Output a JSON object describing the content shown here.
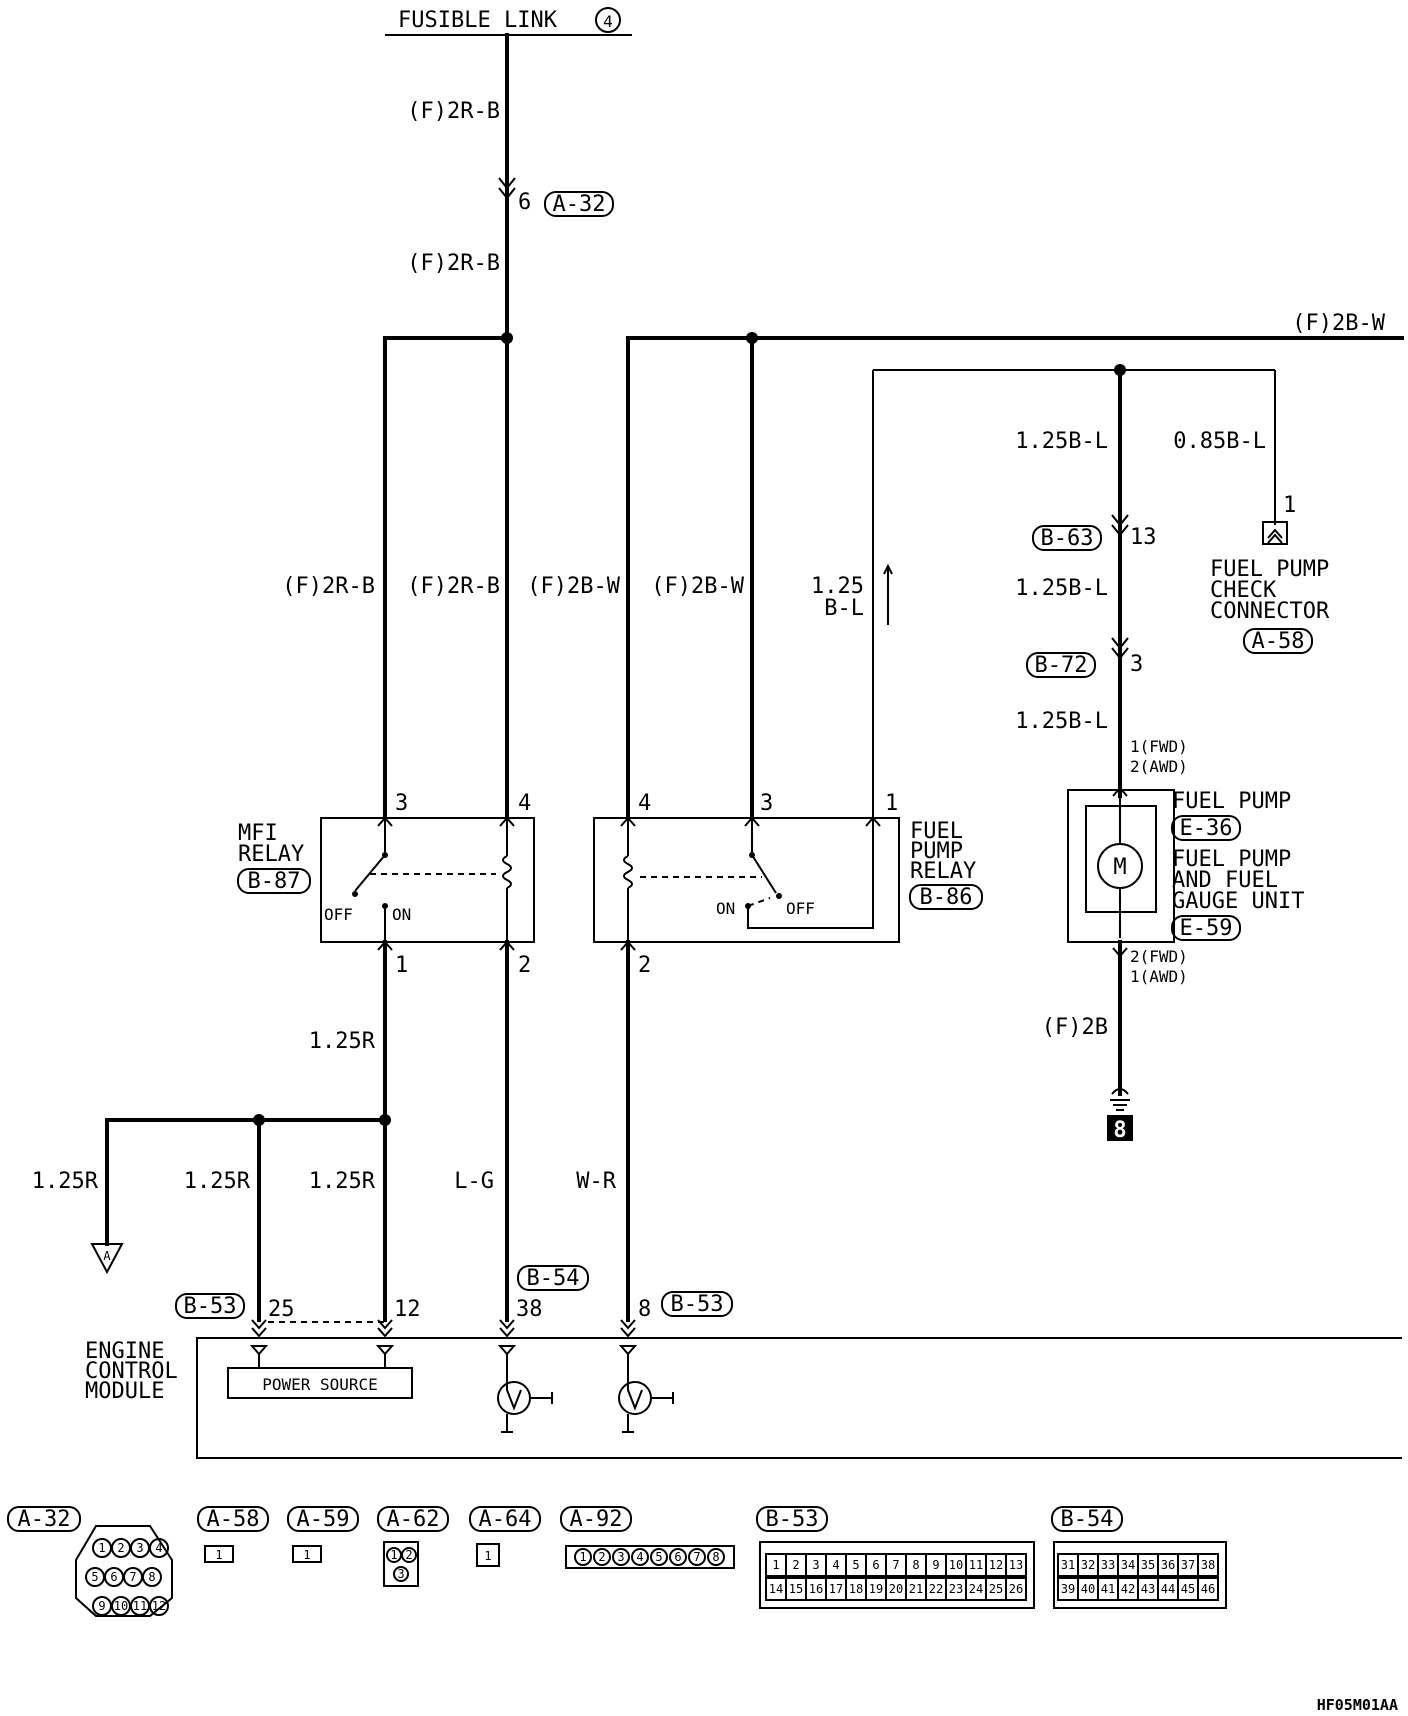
{
  "title": "FUSIBLE LINK",
  "title_number": "4",
  "diagram_code": "HF05M01AA",
  "ground_id": "8",
  "wires": {
    "main": "(F)2R-B",
    "main2": "(F)2R-B",
    "mfi3": "(F)2R-B",
    "mfi4": "(F)2R-B",
    "fpr4": "(F)2B-W",
    "fpr3": "(F)2B-W",
    "bus": "(F)2B-W",
    "fpr1_a": "1.25",
    "fpr1_b": "B-L",
    "fp_top": "1.25B-L",
    "check": "0.85B-L",
    "fp_mid": "1.25B-L",
    "fp_low": "1.25B-L",
    "fp_gnd": "(F)2B",
    "pin1_down": "1.25R",
    "left_a": "1.25R",
    "left_b": "1.25R",
    "left_c": "1.25R",
    "mfi2_down": "L-G",
    "fpr2_down": "W-R"
  },
  "connectors": {
    "a32_pin": "6",
    "a32": "A-32",
    "b63": "B-63",
    "b63_pin": "13",
    "b72": "B-72",
    "b72_pin": "3",
    "check_pin": "1",
    "a58": "A-58",
    "fp_pin_top_1": "1(FWD)",
    "fp_pin_top_2": "2(AWD)",
    "fp_pin_bot_1": "2(FWD)",
    "fp_pin_bot_2": "1(AWD)",
    "b53_left": "B-53",
    "ecm_pin25": "25",
    "ecm_pin12": "12",
    "b54": "B-54",
    "ecm_pin38": "38",
    "ecm_pin8": "8",
    "b53_right": "B-53",
    "ground_marker": "A"
  },
  "mfi_relay": {
    "label_1": "MFI",
    "label_2": "RELAY",
    "code": "B-87",
    "pin3": "3",
    "pin4": "4",
    "pin1": "1",
    "pin2": "2",
    "off": "OFF",
    "on": "ON"
  },
  "fuel_pump_relay": {
    "label_1": "FUEL",
    "label_2": "PUMP",
    "label_3": "RELAY",
    "code": "B-86",
    "pin4": "4",
    "pin3": "3",
    "pin1": "1",
    "pin2": "2",
    "on": "ON",
    "off": "OFF"
  },
  "fuel_pump": {
    "label": "FUEL PUMP",
    "code": "E-36",
    "unit_1": "FUEL PUMP",
    "unit_2": "AND FUEL",
    "unit_3": "GAUGE UNIT",
    "unit_code": "E-59",
    "motor": "M"
  },
  "check_connector": {
    "label_1": "FUEL PUMP",
    "label_2": "CHECK",
    "label_3": "CONNECTOR"
  },
  "ecm": {
    "label_1": "ENGINE",
    "label_2": "CONTROL",
    "label_3": "MODULE",
    "power_source": "POWER SOURCE"
  },
  "legend": {
    "a32": "A-32",
    "a58": "A-58",
    "a59": "A-59",
    "a62": "A-62",
    "a64": "A-64",
    "a92": "A-92",
    "b53": "B-53",
    "b54": "B-54",
    "a58_pin": "1",
    "a59_pin": "1",
    "a64_pin": "1",
    "a32_pins": [
      "1",
      "2",
      "3",
      "4",
      "5",
      "6",
      "7",
      "8",
      "9",
      "10",
      "11",
      "12"
    ],
    "a62_pins": [
      "1",
      "2",
      "3"
    ],
    "a92_pins": [
      "1",
      "2",
      "3",
      "4",
      "5",
      "6",
      "7",
      "8"
    ],
    "b53_row1": [
      "1",
      "2",
      "3",
      "4",
      "5",
      "6",
      "7",
      "8",
      "9",
      "10",
      "11",
      "12",
      "13"
    ],
    "b53_row2": [
      "14",
      "15",
      "16",
      "17",
      "18",
      "19",
      "20",
      "21",
      "22",
      "23",
      "24",
      "25",
      "26"
    ],
    "b54_row1": [
      "31",
      "32",
      "33",
      "34",
      "35",
      "36",
      "37",
      "38"
    ],
    "b54_row2": [
      "39",
      "40",
      "41",
      "42",
      "43",
      "44",
      "45",
      "46"
    ]
  }
}
